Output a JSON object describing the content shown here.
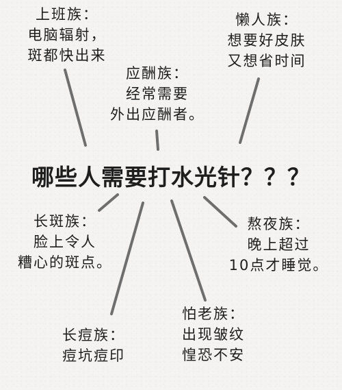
{
  "center_question": "哪些人需要打水光针？？？",
  "groups": [
    {
      "id": "office",
      "title": "上班族：",
      "lines": [
        "电脑辐射，",
        "斑都快出来"
      ]
    },
    {
      "id": "lazy",
      "title": "懒人族：",
      "lines": [
        "想要好皮肤",
        "又想省时间"
      ]
    },
    {
      "id": "social",
      "title": "应酬族：",
      "lines": [
        "经常需要",
        "外出应酬者。"
      ]
    },
    {
      "id": "freckle",
      "title": "长斑族：",
      "lines": [
        "脸上令人",
        "糟心的斑点。"
      ]
    },
    {
      "id": "nightowl",
      "title": "熬夜族：",
      "lines": [
        "晚上超过",
        "10点才睡觉。"
      ]
    },
    {
      "id": "wrinkle",
      "title": "怕老族：",
      "lines": [
        "出现皱纹",
        "惶恐不安"
      ]
    },
    {
      "id": "acne",
      "title": "长痘族：",
      "lines": [
        "痘坑痘印"
      ]
    }
  ],
  "colors": {
    "text": "#1e1e1e",
    "line": "#6e6e6e",
    "background": "#f4f3f1"
  }
}
